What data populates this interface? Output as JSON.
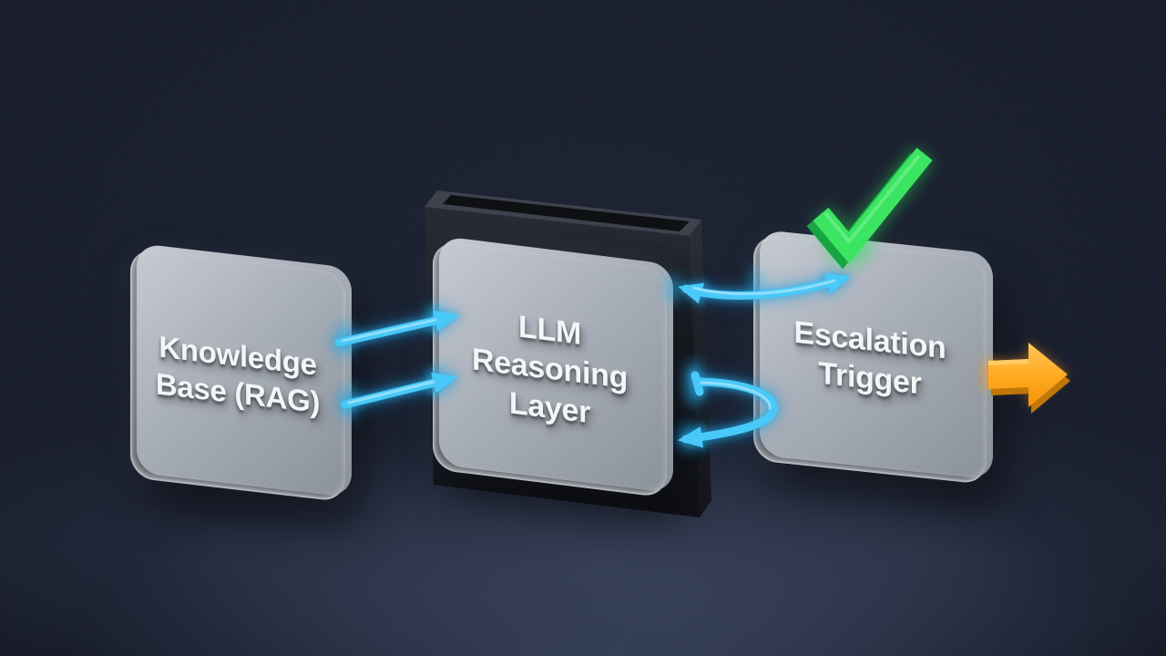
{
  "diagram": {
    "type": "flow-3d-illustration",
    "nodes": [
      {
        "id": "knowledge-base",
        "line1": "Knowledge",
        "line2": "Base (RAG)"
      },
      {
        "id": "llm-reasoning-layer",
        "line1": "LLM",
        "line2": "Reasoning",
        "line3": "Layer"
      },
      {
        "id": "escalation-trigger",
        "line1": "Escalation",
        "line2": "Trigger"
      }
    ],
    "edges": [
      {
        "from": "knowledge-base",
        "to": "llm-reasoning-layer",
        "style": "two-parallel-straight-arrows",
        "color": "#49c9f8"
      },
      {
        "from": "llm-reasoning-layer",
        "to": "escalation-trigger",
        "style": "curved-bidirectional-arrow",
        "color": "#49c9f8"
      },
      {
        "from": "escalation-trigger",
        "to": "llm-reasoning-layer",
        "style": "feedback-loop-arrow",
        "color": "#49c9f8"
      },
      {
        "from": "escalation-trigger",
        "to": "outside-right",
        "style": "3d-block-arrow",
        "color": "#ffa91e"
      }
    ],
    "badges": [
      {
        "name": "checkmark-icon",
        "attached_to": "escalation-trigger",
        "color": "#3ce561"
      }
    ],
    "colors": {
      "background": "#151a29",
      "panel_face": "#6e7278",
      "panel_rim": "#c6cbd3",
      "arrow_blue": "#49c9f8",
      "check_green": "#3ce561",
      "exit_orange": "#ffa91e",
      "label_text": "#f4f5f7",
      "container_box": "#1b1e25"
    }
  }
}
